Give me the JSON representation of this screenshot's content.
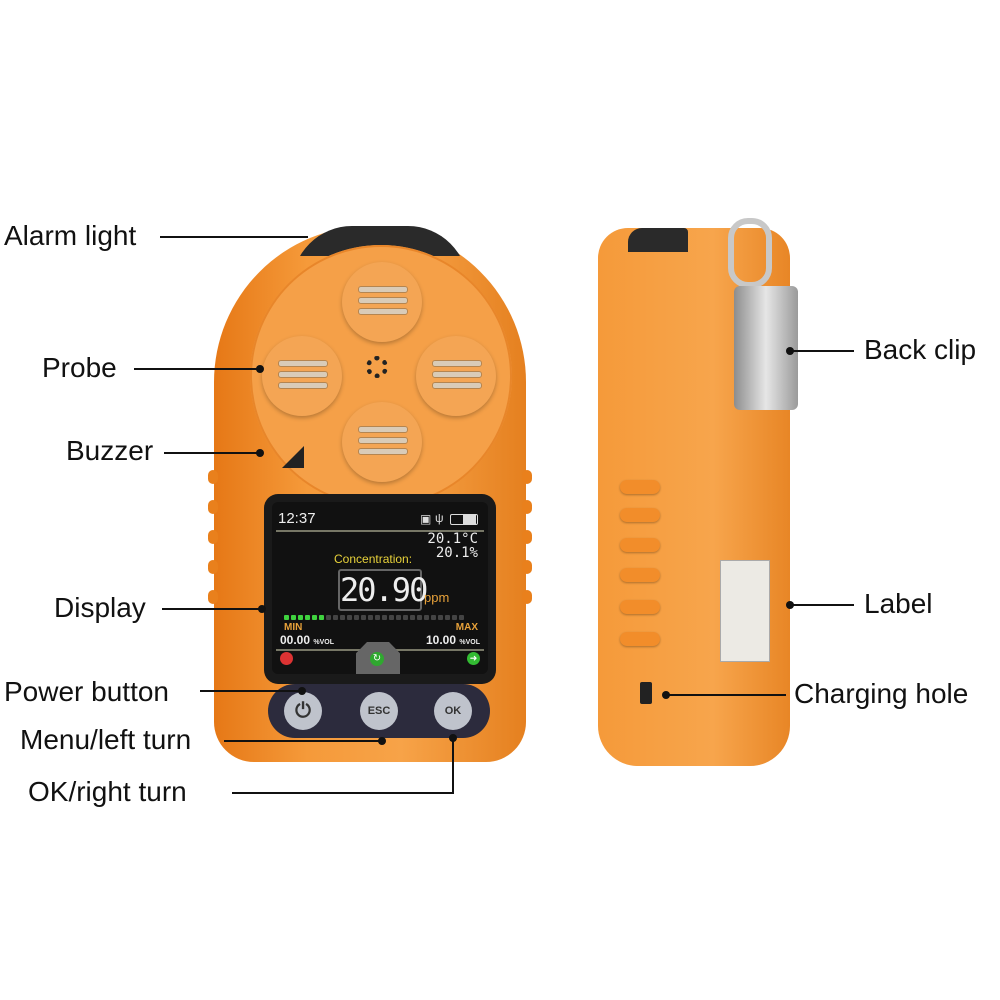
{
  "labels": {
    "alarm_light": "Alarm light",
    "probe": "Probe",
    "buzzer": "Buzzer",
    "display": "Display",
    "power_button": "Power button",
    "menu_left_turn": "Menu/left turn",
    "ok_right_turn": "OK/right turn",
    "back_clip": "Back clip",
    "label": "Label",
    "charging_hole": "Charging hole"
  },
  "screen": {
    "time": "12:37",
    "temperature": "20.1°C",
    "humidity": "20.1%",
    "concentration_label": "Concentration:",
    "value": "20.90",
    "unit": "ppm",
    "min_label": "MIN",
    "max_label": "MAX",
    "min_value": "00.00",
    "max_value": "10.00",
    "vol_unit": "%VOL",
    "level_filled": 6,
    "level_total": 26
  },
  "buttons": {
    "esc": "ESC",
    "ok": "OK"
  },
  "colors": {
    "body": "#f39a3c",
    "accent_yellow": "#e8d23a",
    "level_green": "#3fd33f"
  }
}
